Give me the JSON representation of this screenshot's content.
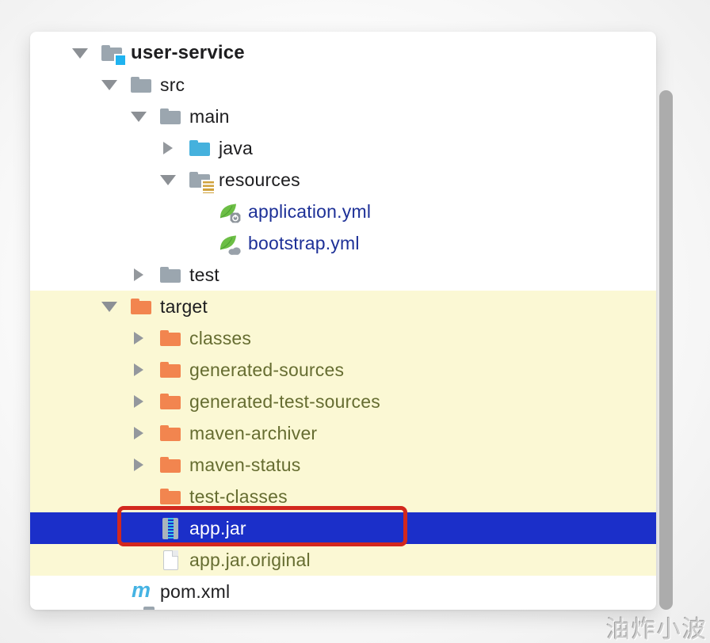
{
  "tree": {
    "rows": [
      {
        "label": "user-service",
        "level": 0,
        "expander": "expanded",
        "icon": "module-folder"
      },
      {
        "label": "src",
        "level": 1,
        "expander": "expanded",
        "icon": "folder"
      },
      {
        "label": "main",
        "level": 2,
        "expander": "expanded",
        "icon": "folder"
      },
      {
        "label": "java",
        "level": 3,
        "expander": "collapsed",
        "icon": "source-folder"
      },
      {
        "label": "resources",
        "level": 3,
        "expander": "expanded",
        "icon": "resources-folder"
      },
      {
        "label": "application.yml",
        "level": 4,
        "expander": "none",
        "icon": "spring-boot-config"
      },
      {
        "label": "bootstrap.yml",
        "level": 4,
        "expander": "none",
        "icon": "spring-cloud-config"
      },
      {
        "label": "test",
        "level": 2,
        "expander": "collapsed",
        "icon": "folder"
      },
      {
        "label": "target",
        "level": 1,
        "expander": "expanded",
        "icon": "excluded-folder"
      },
      {
        "label": "classes",
        "level": 2,
        "expander": "collapsed",
        "icon": "excluded-folder"
      },
      {
        "label": "generated-sources",
        "level": 2,
        "expander": "collapsed",
        "icon": "excluded-folder"
      },
      {
        "label": "generated-test-sources",
        "level": 2,
        "expander": "collapsed",
        "icon": "excluded-folder"
      },
      {
        "label": "maven-archiver",
        "level": 2,
        "expander": "collapsed",
        "icon": "excluded-folder"
      },
      {
        "label": "maven-status",
        "level": 2,
        "expander": "collapsed",
        "icon": "excluded-folder"
      },
      {
        "label": "test-classes",
        "level": 2,
        "expander": "none",
        "icon": "excluded-folder"
      },
      {
        "label": "app.jar",
        "level": 2,
        "expander": "none",
        "icon": "jar-archive",
        "selected": true
      },
      {
        "label": "app.jar.original",
        "level": 2,
        "expander": "none",
        "icon": "plain-file"
      },
      {
        "label": "pom.xml",
        "level": 1,
        "expander": "none",
        "icon": "maven-file"
      }
    ]
  },
  "icons": {
    "maven_glyph": "m"
  },
  "annotation": {
    "type": "red-rectangle",
    "around": "app.jar"
  },
  "watermark": {
    "text": "油炸小波"
  },
  "colors": {
    "selection_blue": "#1b2fc9",
    "excluded_row_bg": "#fbf8d4",
    "excluded_text": "#666d31",
    "config_file_text": "#1d3097",
    "folder_gray": "#9ba6af",
    "source_root_blue": "#45b1dd",
    "excluded_folder_orange": "#f2854f",
    "annotation_red": "#d2281e",
    "spring_green": "#6cbe45",
    "maven_cyan": "#45b3e3",
    "module_badge_blue": "#1fb3f0"
  }
}
